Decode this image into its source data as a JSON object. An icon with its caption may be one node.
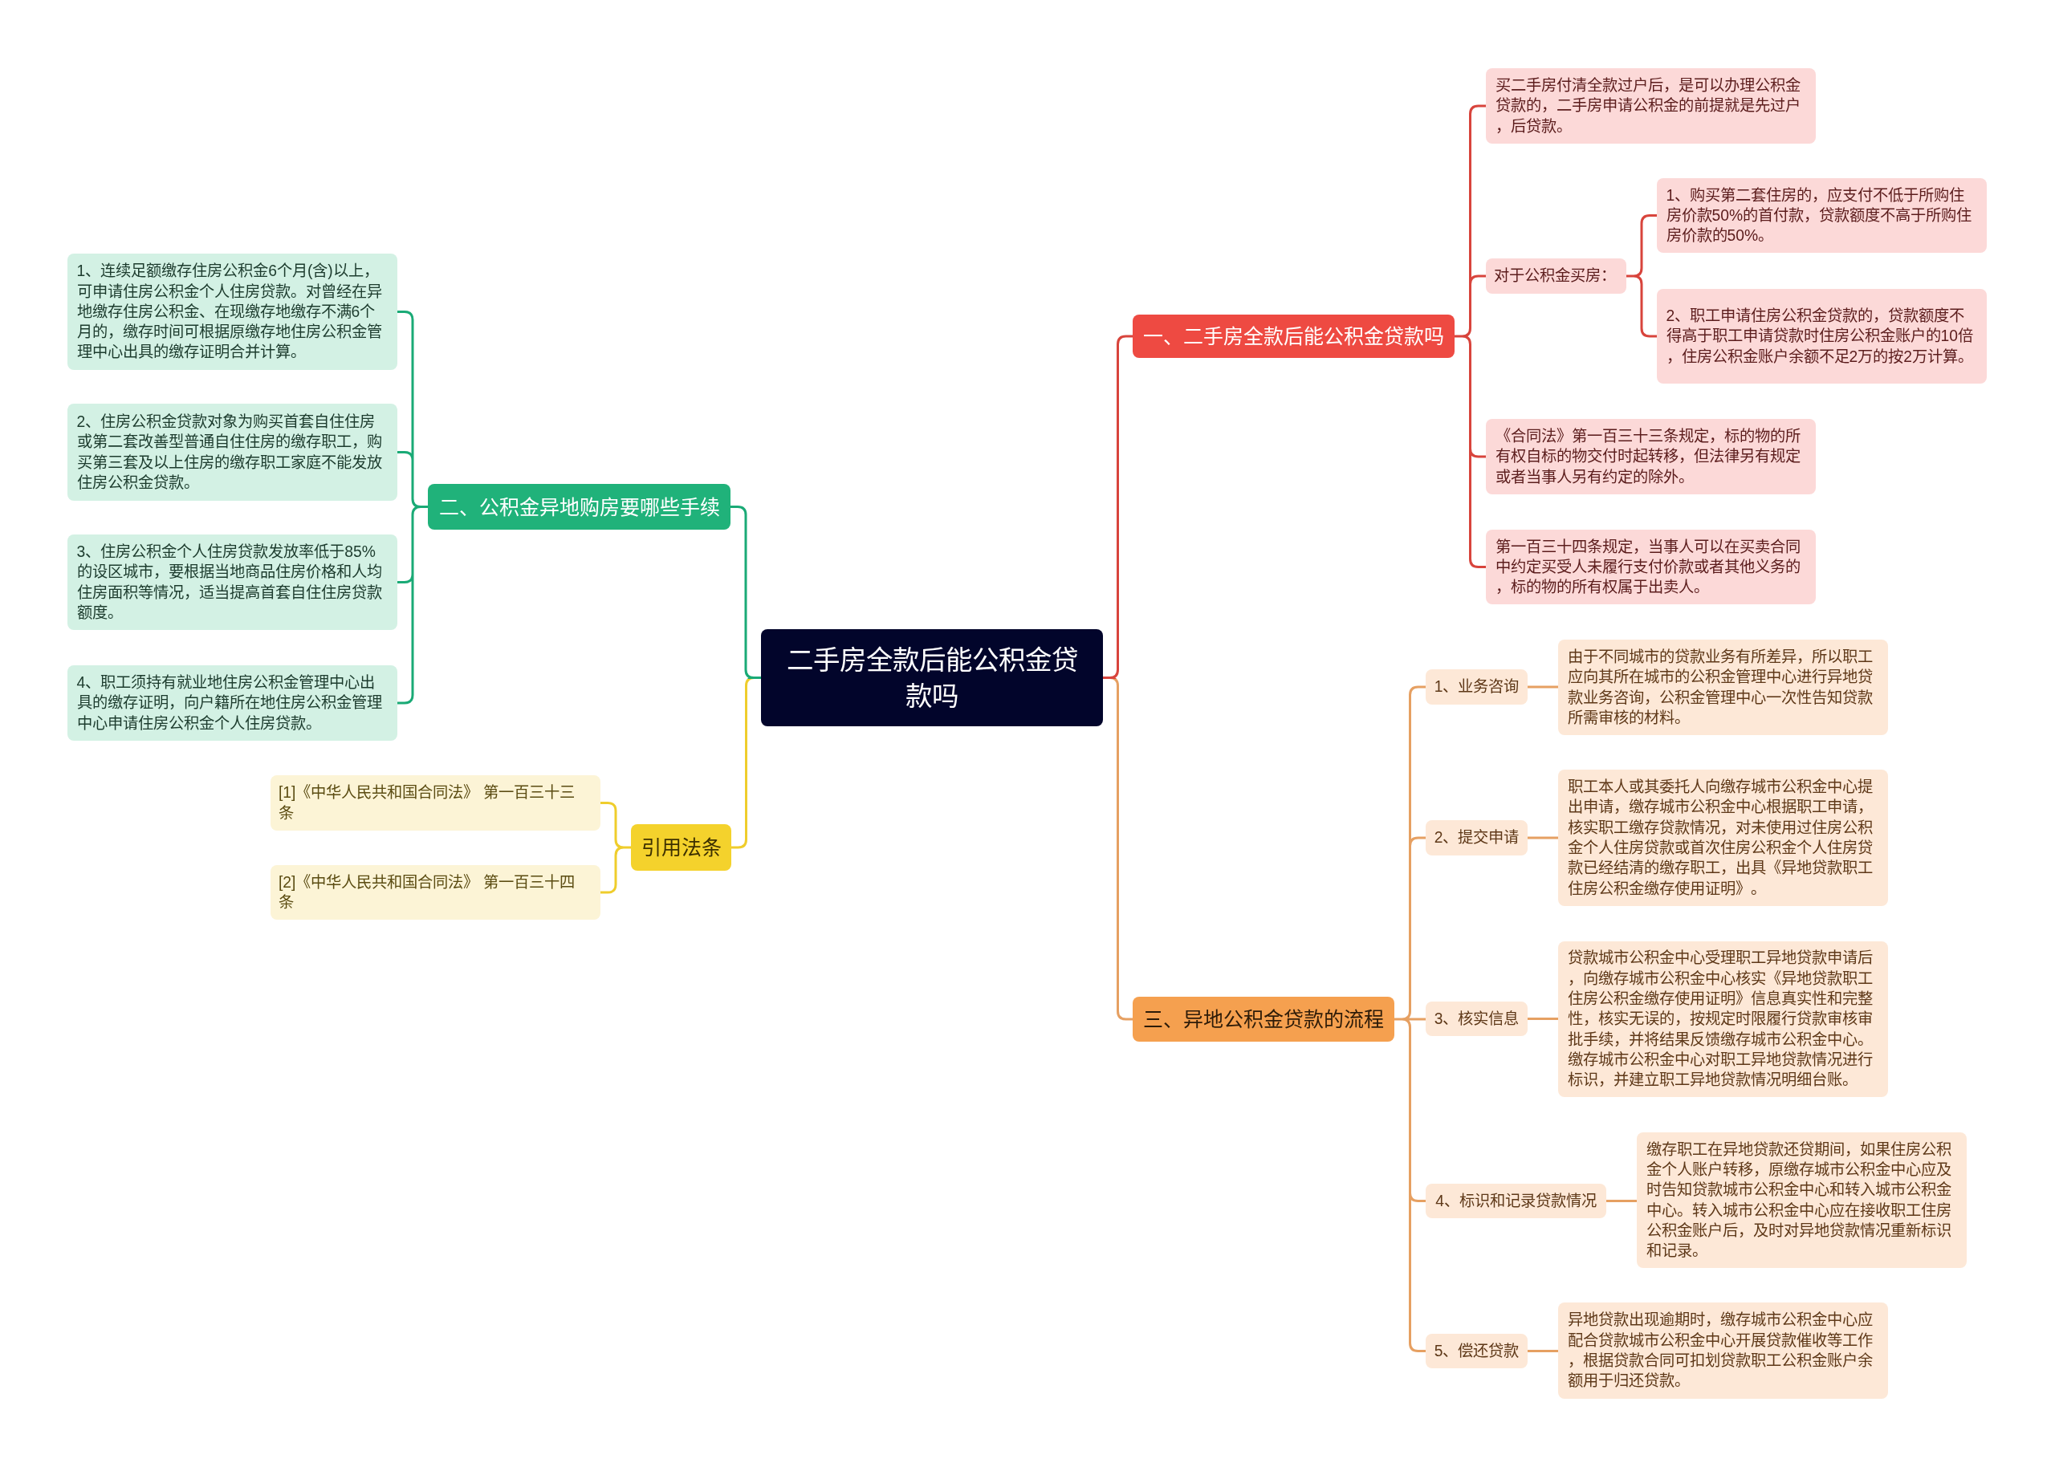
{
  "diagram": {
    "nodes": [
      {
        "text": [
          "二手房全款后能公积金贷款吗"
        ]
      },
      {
        "text": [
          "一、二手房全款后能公积金贷款吗"
        ]
      },
      {
        "text": [
          "买二手房付清全款过户后，是可以办理公积金贷款的，二手房申请公积金的前提就是先过户，后贷款。"
        ]
      },
      {
        "text": [
          "对于公积金买房："
        ]
      },
      {
        "text": [
          "1、购买第二套住房的，应支付不低于所购住房价款50%的首付款，贷款额度不高于所购住房价款的50%。"
        ]
      },
      {
        "text": [
          "2、职工申请住房公积金贷款的，贷款额度不得高于职工申请贷款时住房公积金账户的10倍，住房公积金账户余额不足2万的按2万计算。"
        ]
      },
      {
        "text": [
          "《合同法》第一百三十三条规定，标的物的所有权自标的物交付时起转移，但法律另有规定或者当事人另有约定的除外。"
        ]
      },
      {
        "text": [
          "第一百三十四条规定，当事人可以在买卖合同中约定买受人未履行支付价款或者其他义务的，标的物的所有权属于出卖人。"
        ]
      },
      {
        "text": [
          "二、公积金异地购房要哪些手续"
        ]
      },
      {
        "text": [
          "1、连续足额缴存住房公积金6个月(含)以上，可申请住房公积金个人住房贷款。对曾经在异地缴存住房公积金、在现缴存地缴存不满6个月的，缴存时间可根据原缴存地住房公积金管理中心出具的缴存证明合并计算。"
        ]
      },
      {
        "text": [
          "2、住房公积金贷款对象为购买首套自住住房或第二套改善型普通自住住房的缴存职工，购买第三套及以上住房的缴存职工家庭不能发放住房公积金贷款。"
        ]
      },
      {
        "text": [
          "3、住房公积金个人住房贷款发放率低于85%的设区城市，要根据当地商品住房价格和人均住房面积等情况，适当提高首套自住住房贷款额度。"
        ]
      },
      {
        "text": [
          "4、职工须持有就业地住房公积金管理中心出具的缴存证明，向户籍所在地住房公积金管理中心申请住房公积金个人住房贷款。"
        ]
      },
      {
        "text": [
          "三、异地公积金贷款的流程"
        ]
      },
      {
        "text": [
          "1、业务咨询"
        ]
      },
      {
        "text": [
          "由于不同城市的贷款业务有所差异，所以职工应向其所在城市的公积金管理中心进行异地贷款业务咨询，公积金管理中心一次性告知贷款所需审核的材料。"
        ]
      },
      {
        "text": [
          "2、提交申请"
        ]
      },
      {
        "text": [
          "职工本人或其委托人向缴存城市公积金中心提出申请，缴存城市公积金中心根据职工申请，核实职工缴存贷款情况，对未使用过住房公积金个人住房贷款或首次住房公积金个人住房贷款已经结清的缴存职工，出具《异地贷款职工住房公积金缴存使用证明》。"
        ]
      },
      {
        "text": [
          "3、核实信息"
        ]
      },
      {
        "text": [
          "贷款城市公积金中心受理职工异地贷款申请后，向缴存城市公积金中心核实《异地贷款职工住房公积金缴存使用证明》信息真实性和完整性，核实无误的，按规定时限履行贷款审核审批手续，并将结果反馈缴存城市公积金中心。缴存城市公积金中心对职工异地贷款情况进行标识，并建立职工异地贷款情况明细台账。"
        ]
      },
      {
        "text": [
          "4、标识和记录贷款情况"
        ]
      },
      {
        "text": [
          "缴存职工在异地贷款还贷期间，如果住房公积金个人账户转移，原缴存城市公积金中心应及时告知贷款城市公积金中心和转入城市公积金中心。转入城市公积金中心应在接收职工住房公积金账户后，及时对异地贷款情况重新标识和记录。"
        ]
      },
      {
        "text": [
          "5、偿还贷款"
        ]
      },
      {
        "text": [
          "异地贷款出现逾期时，缴存城市公积金中心应配合贷款城市公积金中心开展贷款催收等工作，根据贷款合同可扣划贷款职工公积金账户余额用于归还贷款。"
        ]
      },
      {
        "text": [
          "引用法条"
        ]
      },
      {
        "text": [
          "[1]《中华人民共和国合同法》 第一百三十三条"
        ]
      },
      {
        "text": [
          "[2]《中华人民共和国合同法》 第一百三十四条"
        ]
      }
    ],
    "edges": [
      {
        "from": 0,
        "to": 1,
        "arrow": "none",
        "color": "#d8443c"
      },
      {
        "from": 1,
        "to": 2,
        "arrow": "none",
        "color": "#d8443c"
      },
      {
        "from": 1,
        "to": 3,
        "arrow": "none",
        "color": "#d8443c"
      },
      {
        "from": 3,
        "to": 4,
        "arrow": "none",
        "color": "#d8443c"
      },
      {
        "from": 3,
        "to": 5,
        "arrow": "none",
        "color": "#d8443c"
      },
      {
        "from": 1,
        "to": 6,
        "arrow": "none",
        "color": "#d8443c"
      },
      {
        "from": 1,
        "to": 7,
        "arrow": "none",
        "color": "#d8443c"
      },
      {
        "from": 0,
        "to": 8,
        "arrow": "none",
        "color": "#1aaa76"
      },
      {
        "from": 8,
        "to": 9,
        "arrow": "none",
        "color": "#1aaa76"
      },
      {
        "from": 8,
        "to": 10,
        "arrow": "none",
        "color": "#1aaa76"
      },
      {
        "from": 8,
        "to": 11,
        "arrow": "none",
        "color": "#1aaa76"
      },
      {
        "from": 8,
        "to": 12,
        "arrow": "none",
        "color": "#1aaa76"
      },
      {
        "from": 0,
        "to": 13,
        "arrow": "none"
      },
      {
        "from": 13,
        "to": 14,
        "arrow": "none"
      },
      {
        "from": 14,
        "to": 15,
        "arrow": "none"
      },
      {
        "from": 13,
        "to": 16,
        "arrow": "none"
      },
      {
        "from": 16,
        "to": 17,
        "arrow": "none"
      },
      {
        "from": 13,
        "to": 18,
        "arrow": "none"
      },
      {
        "from": 18,
        "to": 19,
        "arrow": "none"
      },
      {
        "from": 13,
        "to": 20,
        "arrow": "none"
      },
      {
        "from": 20,
        "to": 21,
        "arrow": "none"
      },
      {
        "from": 13,
        "to": 22,
        "arrow": "none"
      },
      {
        "from": 22,
        "to": 23,
        "arrow": "none"
      },
      {
        "from": 0,
        "to": 24,
        "arrow": "none",
        "color": "#efcd2c"
      },
      {
        "from": 24,
        "to": 25,
        "arrow": "none",
        "color": "#efcd2c"
      },
      {
        "from": 24,
        "to": 26,
        "arrow": "none",
        "color": "#efcd2c"
      }
    ]
  }
}
